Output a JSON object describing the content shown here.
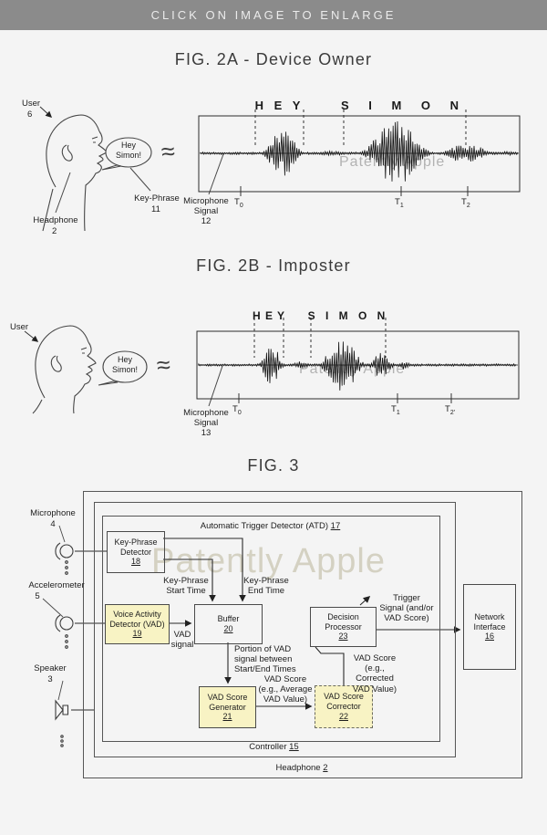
{
  "banner": {
    "text": "CLICK ON IMAGE TO ENLARGE"
  },
  "watermark": "Patently Apple",
  "colors": {
    "banner_bg": "#8b8b8b",
    "highlight_yellow": "#f8f3c4",
    "watermark_big": "#d4d1c2",
    "line": "#2f2f2f"
  },
  "fig2a": {
    "title": "FIG. 2A - Device Owner",
    "user_label": "User",
    "user_num": "6",
    "headphone_label": "Headphone",
    "headphone_num": "2",
    "keyphrase_label": "Key-Phrase",
    "keyphrase_num": "11",
    "mic_label": "Microphone\nSignal\n12",
    "bubble": "Hey\nSimon!",
    "approx": "≈",
    "word1": "H E Y",
    "word2": "S I M O N",
    "ticks": [
      {
        "t": "T",
        "sub": "0"
      },
      {
        "t": "T",
        "sub": "1"
      },
      {
        "t": "T",
        "sub": "2"
      }
    ],
    "wave": {
      "bursts": [
        [
          284,
          336,
          25
        ],
        [
          338,
          390,
          2.5
        ],
        [
          391,
          478,
          37
        ],
        [
          476,
          548,
          11
        ],
        [
          548,
          566,
          3
        ]
      ]
    }
  },
  "fig2b": {
    "title": "FIG. 2B - Imposter",
    "user_label": "User",
    "mic_label": "Microphone\nSignal\n13",
    "bubble": "Hey\nSimon!",
    "approx": "≈",
    "word1": "H E Y",
    "word2": "S I M O N",
    "ticks": [
      {
        "t": "T",
        "sub": "0"
      },
      {
        "t": "T",
        "sub": "1"
      },
      {
        "t": "T",
        "sub": "2'"
      }
    ],
    "wave": {
      "bursts": [
        [
          282,
          314,
          23
        ],
        [
          316,
          344,
          4
        ],
        [
          346,
          404,
          31
        ],
        [
          402,
          435,
          15
        ],
        [
          434,
          454,
          5
        ]
      ]
    }
  },
  "fig3": {
    "title": "FIG. 3",
    "headphone": {
      "label": "Headphone",
      "num": "2"
    },
    "controller": {
      "label": "Controller",
      "num": "15"
    },
    "atd": {
      "label": "Automatic Trigger Detector (ATD)",
      "num": "17"
    },
    "blocks": {
      "kpd": {
        "label": "Key-Phrase\nDetector",
        "num": "18"
      },
      "vad": {
        "label": "Voice Activity\nDetector (VAD)",
        "num": "19"
      },
      "buffer": {
        "label": "Buffer",
        "num": "20"
      },
      "vsg": {
        "label": "VAD Score\nGenerator",
        "num": "21"
      },
      "vsc": {
        "label": "VAD Score\nCorrector",
        "num": "22"
      },
      "dp": {
        "label": "Decision\nProcessor",
        "num": "23"
      },
      "ni": {
        "label": "Network\nInterface",
        "num": "16"
      }
    },
    "periph": {
      "mic": {
        "label": "Microphone",
        "num": "4"
      },
      "accel": {
        "label": "Accelerometer",
        "num": "5"
      },
      "speaker": {
        "label": "Speaker",
        "num": "3"
      }
    },
    "flow": {
      "kp_start": "Key-Phrase\nStart Time",
      "kp_end": "Key-Phrase\nEnd Time",
      "vad_signal": "VAD\nsignal",
      "portion": "Portion of VAD\nsignal between\nStart/End Times",
      "avg": "VAD Score\n(e.g., Average\nVAD Value)",
      "corrected": "VAD Score\n(e.g., Corrected\nVAD Value)",
      "trigger": "Trigger\nSignal (and/or\nVAD Score)"
    }
  }
}
